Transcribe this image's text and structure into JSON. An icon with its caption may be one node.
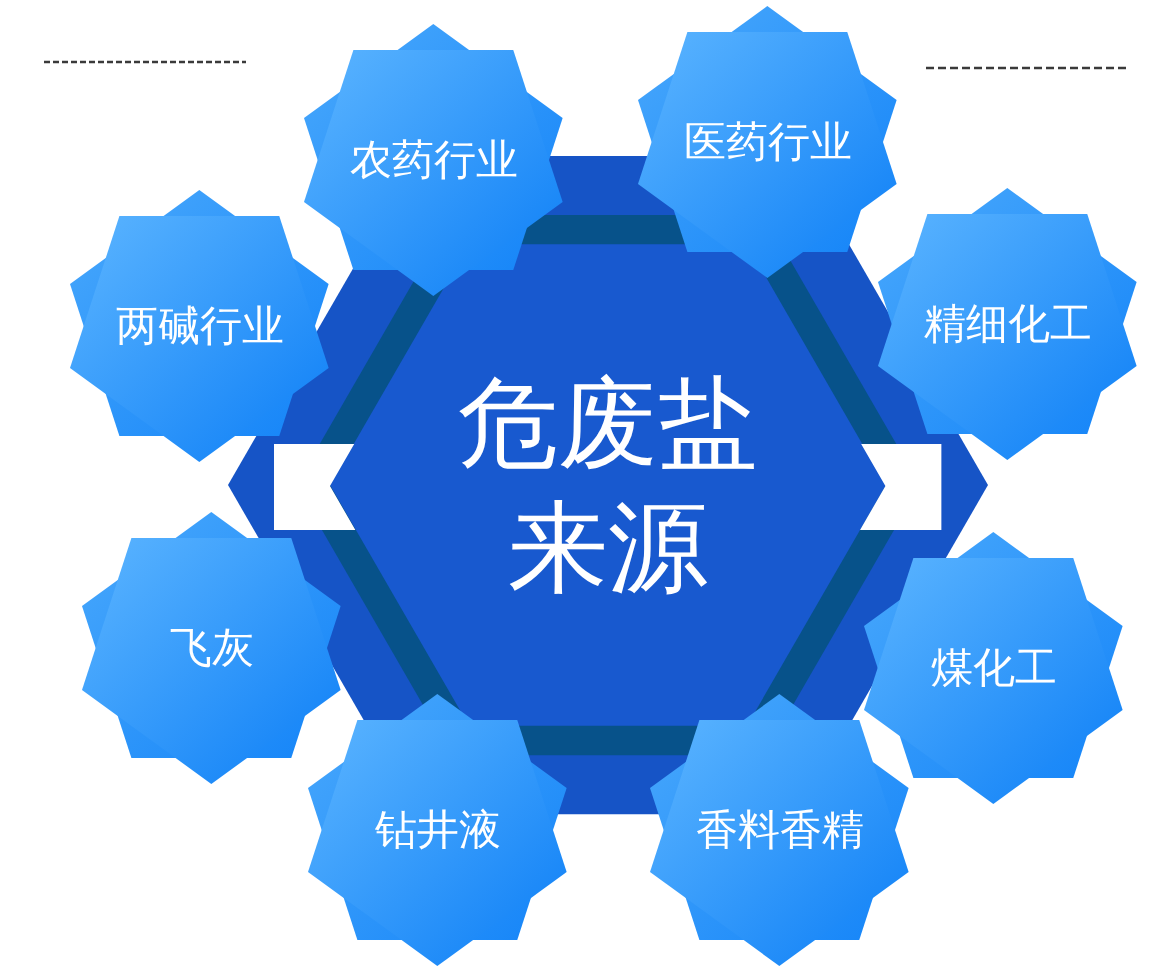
{
  "diagram": {
    "nodes": [
      {
        "text": [
          "危废盐来源"
        ]
      },
      {
        "text": [
          "农药行业"
        ]
      },
      {
        "text": [
          "医药行业"
        ]
      },
      {
        "text": [
          "两碱行业"
        ]
      },
      {
        "text": [
          "精细化工"
        ]
      },
      {
        "text": [
          "飞灰"
        ]
      },
      {
        "text": [
          "煤化工"
        ]
      },
      {
        "text": [
          "钻井液"
        ]
      },
      {
        "text": [
          "香料香精"
        ]
      }
    ]
  }
}
